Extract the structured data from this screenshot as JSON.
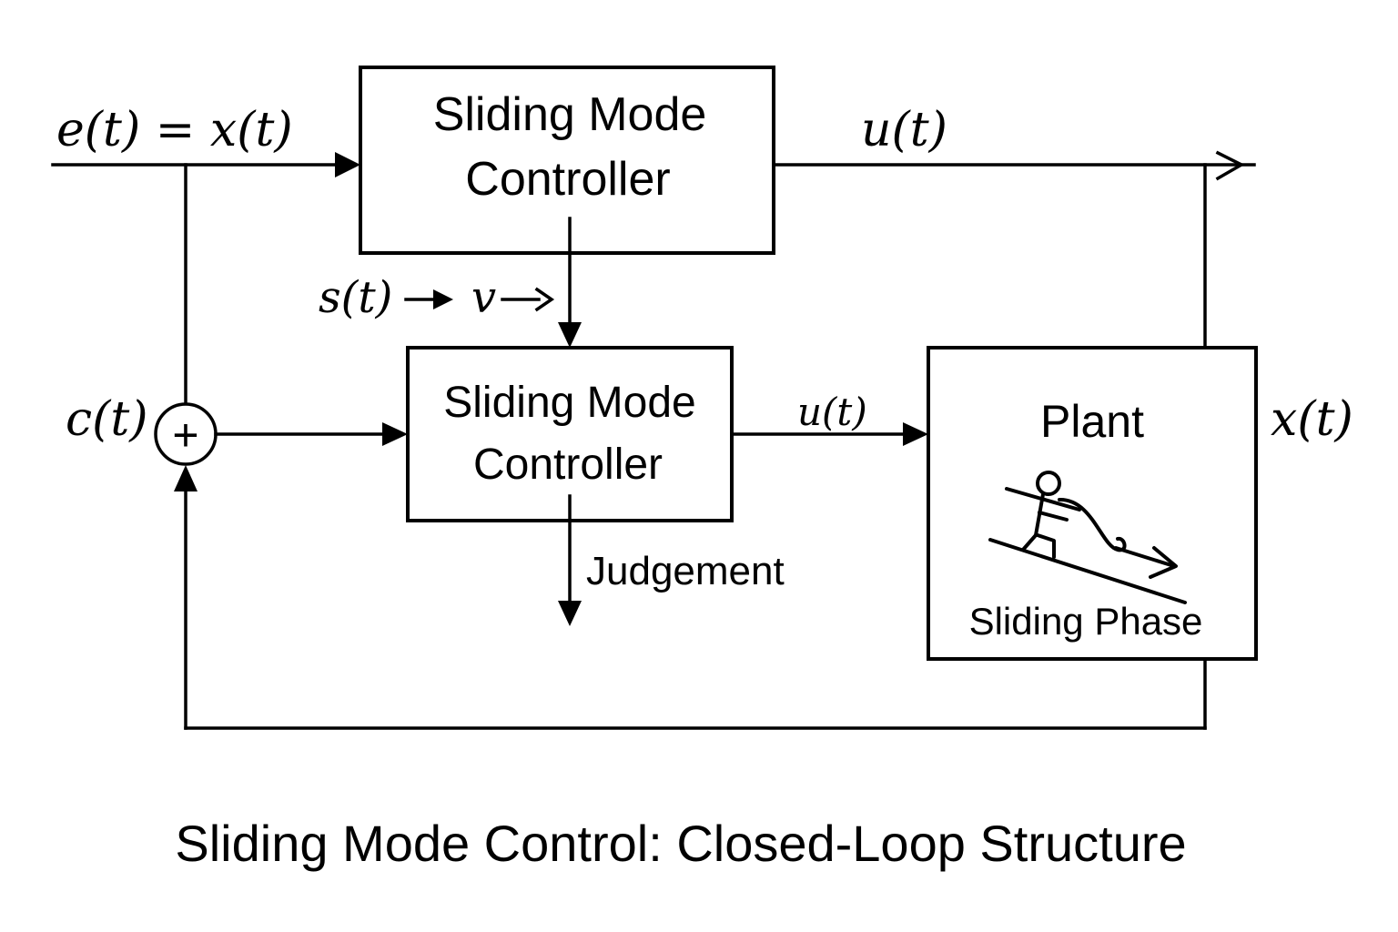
{
  "diagram": {
    "title": "Sliding Mode Control: Closed-Loop Structure",
    "top_block": {
      "line1": "Sliding Mode",
      "line2": "Controller"
    },
    "middle_block": {
      "line1": "Sliding Mode",
      "line2": "Controller"
    },
    "plant_block": {
      "label": "Plant",
      "caption": "Sliding Phase",
      "illustration": "stick-figure-sliding-down-slope"
    },
    "signals": {
      "input": "e(t) = x(t)",
      "top_output": "u(t)",
      "middle_output": "u(t)",
      "plant_output": "x(t)",
      "summing_input": "c(t)",
      "sliding_surface": "s(t)",
      "sliding_velocity": "v",
      "judgement": "Judgement"
    },
    "summing_junction": {
      "symbol": "+"
    }
  }
}
